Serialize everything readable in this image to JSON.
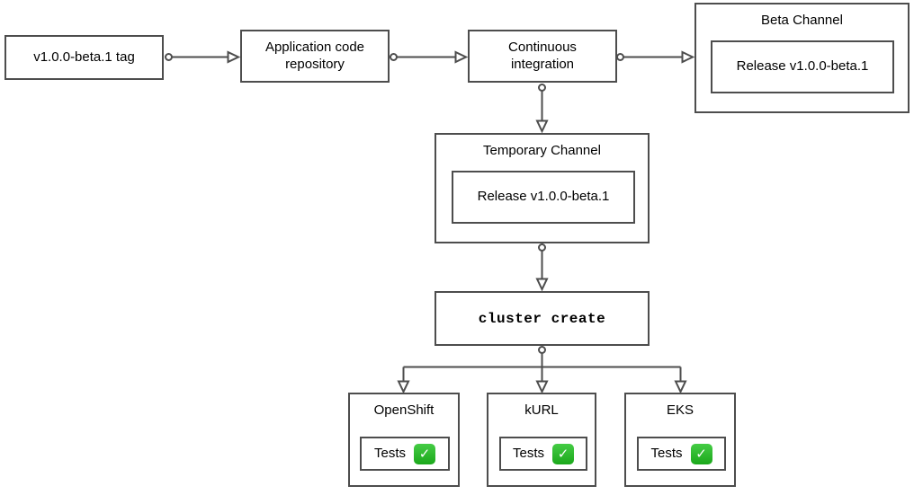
{
  "diagram": {
    "background": "#ffffff",
    "line_color": "#4d4d4d",
    "nodes": {
      "tag": {
        "label": "v1.0.0-beta.1 tag"
      },
      "app_repo": {
        "label": "Application code repository"
      },
      "ci": {
        "label": "Continuous integration"
      },
      "beta_channel": {
        "title": "Beta Channel",
        "release_label": "Release v1.0.0-beta.1"
      },
      "temp_channel": {
        "title": "Temporary Channel",
        "release_label": "Release v1.0.0-beta.1"
      },
      "cluster_create": {
        "label": "cluster create"
      },
      "openshift": {
        "title": "OpenShift",
        "tests_label": "Tests"
      },
      "kurl": {
        "title": "kURL",
        "tests_label": "Tests"
      },
      "eks": {
        "title": "EKS",
        "tests_label": "Tests"
      }
    },
    "icons": {
      "check": "✓",
      "check_color": "#1db31d"
    }
  }
}
